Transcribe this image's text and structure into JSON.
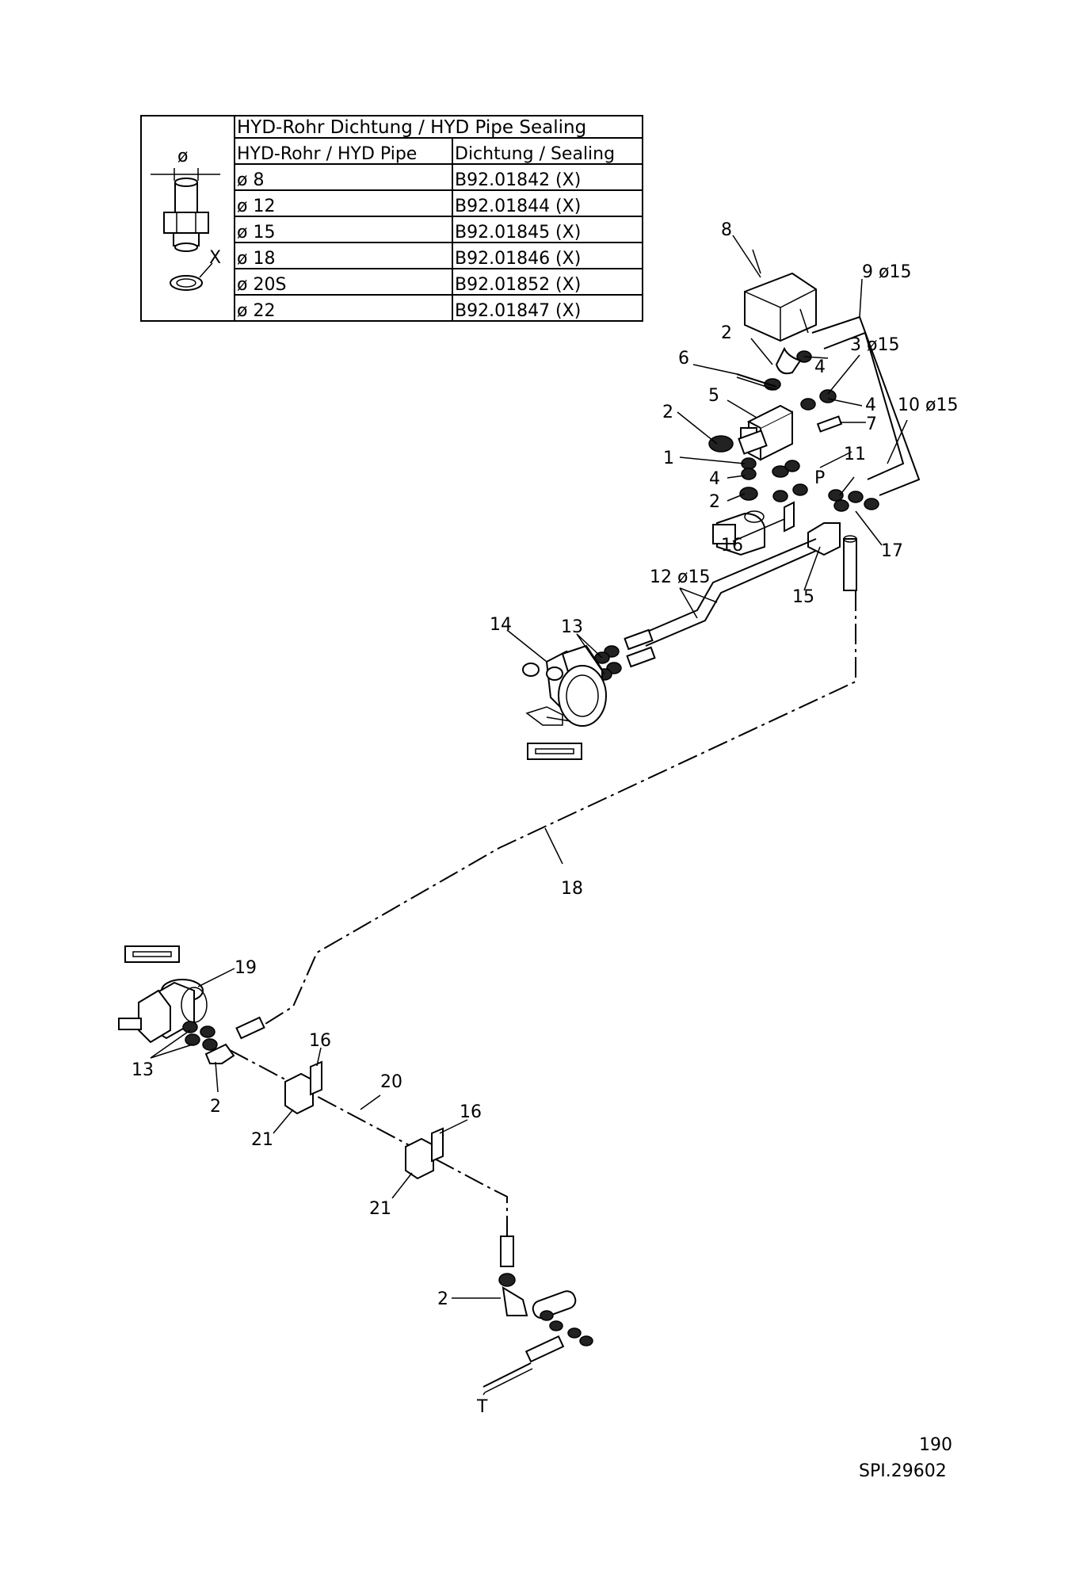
{
  "sealing_table": {
    "title": "HYD-Rohr Dichtung / HYD Pipe Sealing",
    "col_pipe": "HYD-Rohr / HYD Pipe",
    "col_seal": "Dichtung / Sealing",
    "rows": [
      {
        "pipe": "ø 8",
        "seal": "B92.01842   (X)"
      },
      {
        "pipe": "ø 12",
        "seal": "B92.01844   (X)"
      },
      {
        "pipe": "ø 15",
        "seal": "B92.01845   (X)"
      },
      {
        "pipe": "ø 18",
        "seal": "B92.01846   (X)"
      },
      {
        "pipe": "ø 20S",
        "seal": "B92.01852   (X)"
      },
      {
        "pipe": "ø 22",
        "seal": "B92.01847   (X)"
      }
    ],
    "sketch_diameter": "ø",
    "sketch_x": "X"
  },
  "callouts": {
    "c1": "1",
    "c2a": "2",
    "c2b": "2",
    "c2c": "2",
    "c2d": "2",
    "c2e": "2",
    "c3": "3 ø15",
    "c4a": "4",
    "c4b": "4",
    "c4c": "4",
    "c5": "5",
    "c6": "6",
    "c7": "7",
    "c8": "8",
    "c9": "9 ø15",
    "c10": "10 ø15",
    "c11": "11",
    "c12": "12 ø15",
    "c13a": "13",
    "c13b": "13",
    "c14": "14",
    "c15": "15",
    "c16a": "16",
    "c16b": "16",
    "c16c": "16",
    "c17": "17",
    "c18": "18",
    "c19": "19",
    "c20": "20",
    "c21a": "21",
    "c21b": "21",
    "port_p": "P",
    "port_t": "T"
  },
  "footer": {
    "page_number": "190",
    "drawing_ref": "SPI.29602"
  }
}
